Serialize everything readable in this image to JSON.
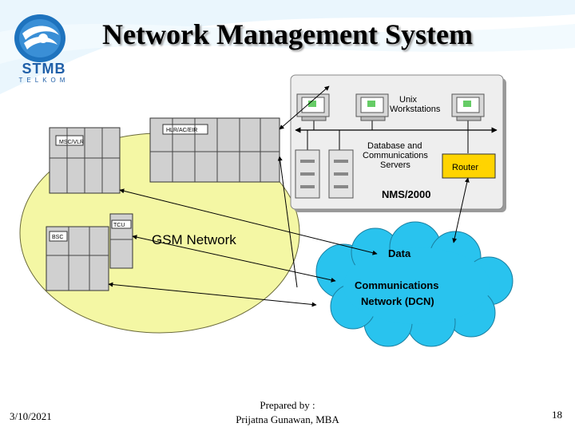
{
  "slide": {
    "title": "Network Management System",
    "logo": {
      "name": "STMB",
      "sub": "TELKOM"
    },
    "footer": {
      "date": "3/10/2021",
      "prepared_line1": "Prepared by :",
      "prepared_line2": "Prijatna Gunawan, MBA",
      "page": "18"
    }
  },
  "diagram": {
    "gsm_network": "GSM Network",
    "racks": {
      "msc": "MSC/VLR",
      "hlr": "HLR/AC/EIR",
      "bsc": "BSC",
      "tcu": "TCU"
    },
    "nms": {
      "workstations": [
        "Unix",
        "Workstations"
      ],
      "servers": [
        "Database and",
        "Communications",
        "Servers"
      ],
      "router": "Router",
      "label": "NMS/2000"
    },
    "dcn": [
      "Data",
      "Communications",
      "Network (DCN)"
    ]
  },
  "colors": {
    "gsm_fill": "#f4f7a4",
    "cloud_fill": "#29c3ee",
    "router_fill": "#ffd400",
    "nms_box": "#eeeeee"
  }
}
